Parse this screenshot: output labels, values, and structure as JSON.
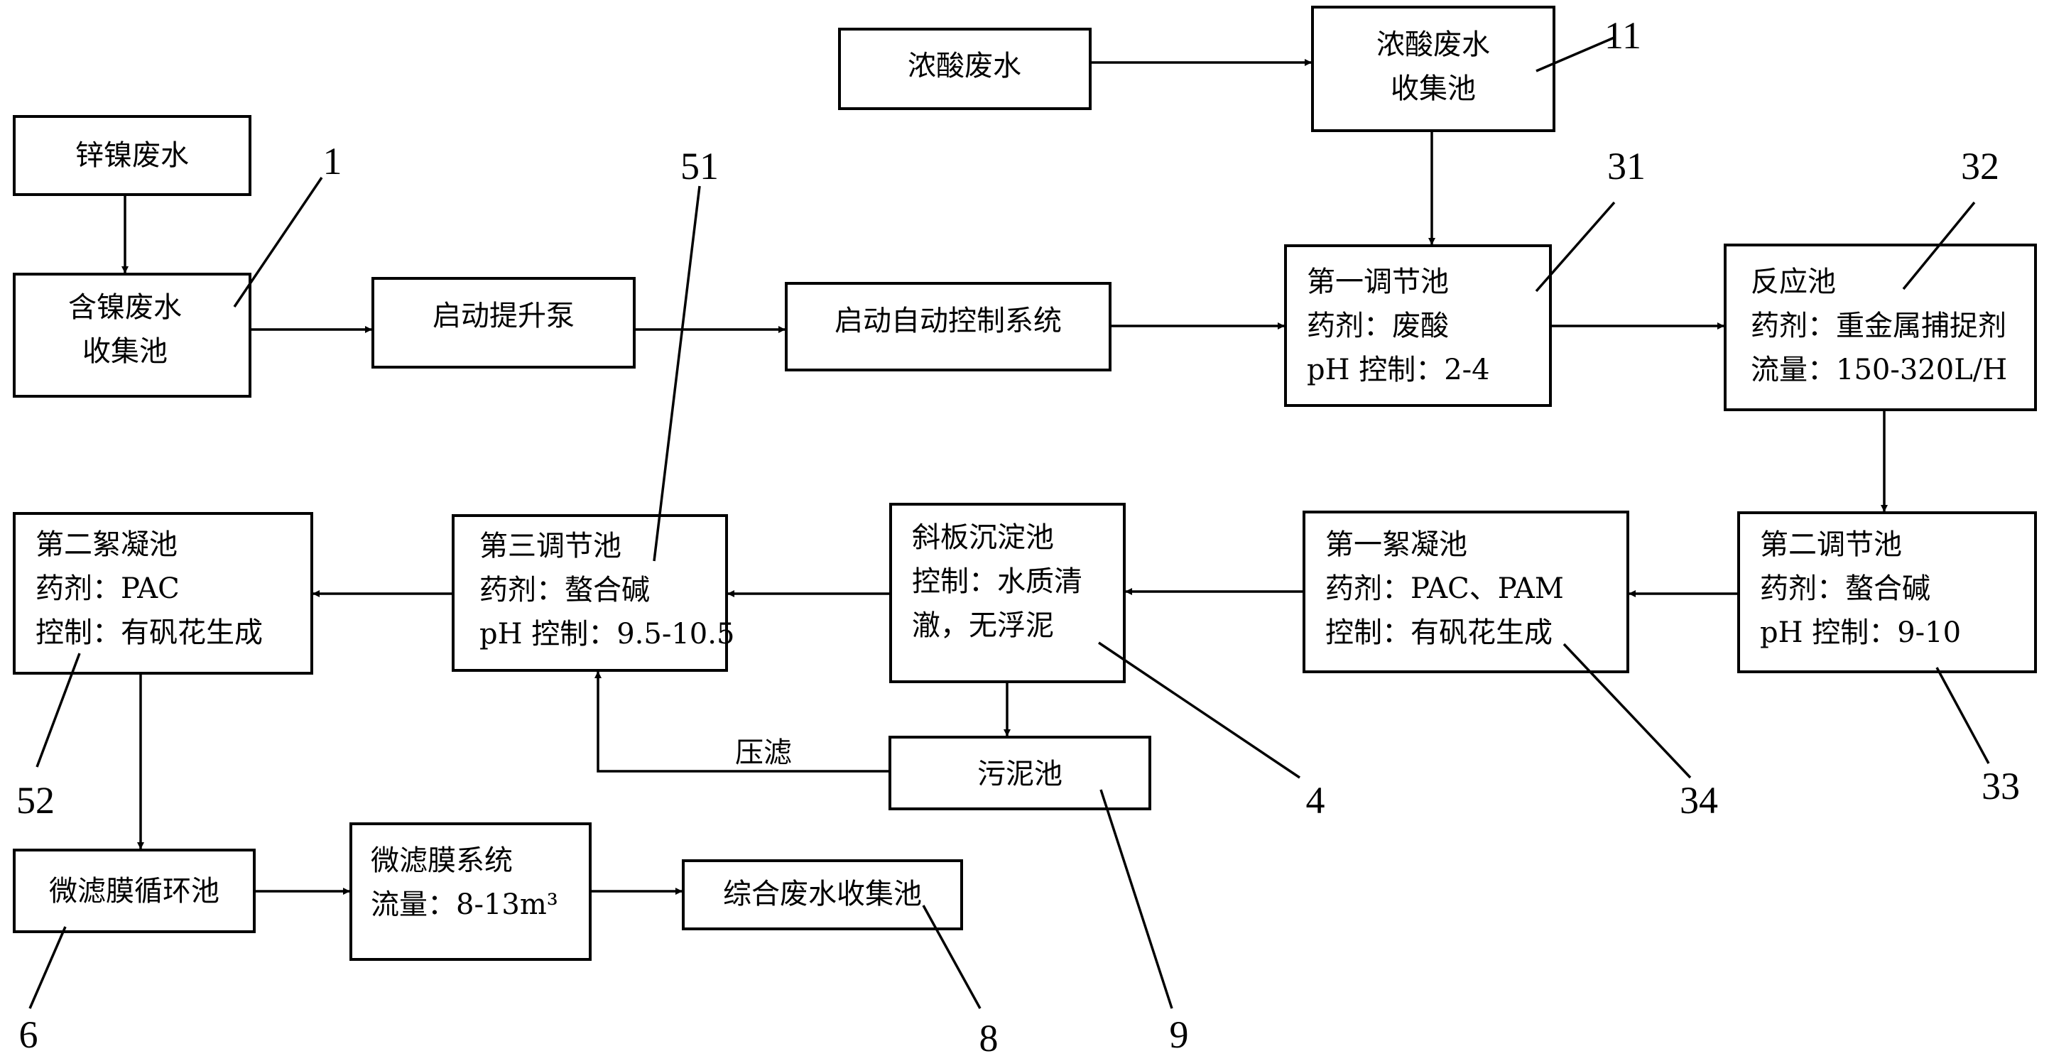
{
  "boxes": {
    "acid_wastewater": {
      "lines": [
        "浓酸废水"
      ]
    },
    "acid_collection_pool": {
      "lines": [
        "浓酸废水",
        "收集池"
      ]
    },
    "zinc_nickel_wastewater": {
      "lines": [
        "锌镍废水"
      ]
    },
    "nickel_collection_pool": {
      "lines": [
        "含镍废水",
        "收集池"
      ]
    },
    "start_lift_pump": {
      "lines": [
        "启动提升泵"
      ]
    },
    "start_auto_control": {
      "lines": [
        "启动自动控制系统"
      ]
    },
    "first_adjust_pool": {
      "lines": [
        "第一调节池",
        "药剂：废酸",
        "pH 控制：2-4"
      ]
    },
    "reaction_pool": {
      "lines": [
        "反应池",
        "药剂：重金属捕捉剂",
        "流量：150-320L/H"
      ]
    },
    "second_adjust_pool": {
      "lines": [
        "第二调节池",
        "药剂：螯合碱",
        "pH 控制：9-10"
      ]
    },
    "first_flocculation_pool": {
      "lines": [
        "第一絮凝池",
        "药剂：PAC、PAM",
        "控制：有矾花生成"
      ]
    },
    "inclined_plate_settler": {
      "lines": [
        "斜板沉淀池",
        "控制：水质清",
        "澈，无浮泥"
      ]
    },
    "third_adjust_pool": {
      "lines": [
        "第三调节池",
        "药剂：螯合碱",
        "pH 控制：9.5-10.5"
      ]
    },
    "second_flocculation_pool": {
      "lines": [
        "第二絮凝池",
        "药剂：PAC",
        "控制：有矾花生成"
      ]
    },
    "sludge_pool": {
      "lines": [
        "污泥池"
      ]
    },
    "microfilter_circulation_pool": {
      "lines": [
        "微滤膜循环池"
      ]
    },
    "microfilter_system": {
      "lines": [
        "微滤膜系统",
        "流量：8-13m³"
      ]
    },
    "combined_wastewater_pool": {
      "lines": [
        "综合废水收集池"
      ]
    }
  },
  "edge_labels": {
    "filter_press": "压滤"
  },
  "reference_numerals": {
    "n1": "1",
    "n11": "11",
    "n31": "31",
    "n32": "32",
    "n33": "33",
    "n34": "34",
    "n4": "4",
    "n51": "51",
    "n52": "52",
    "n6": "6",
    "n8": "8",
    "n9": "9"
  }
}
